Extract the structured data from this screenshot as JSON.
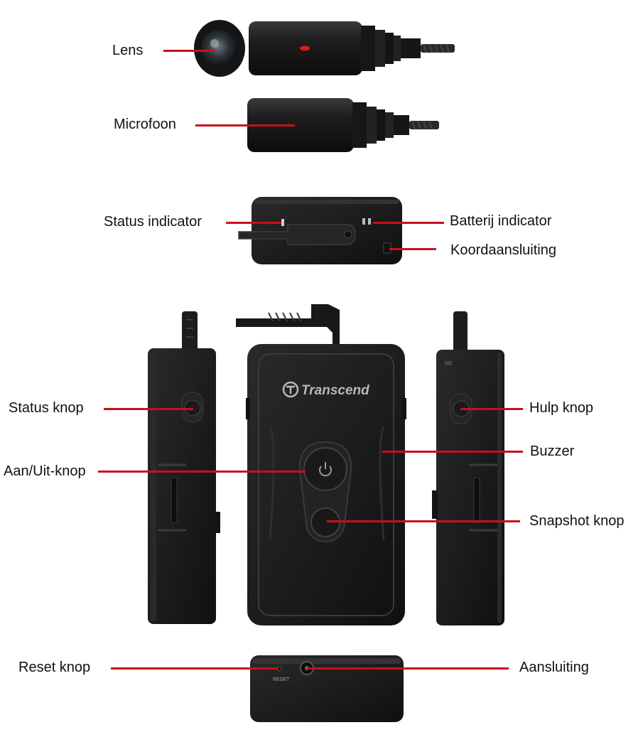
{
  "colors": {
    "leader_line": "#c8101a",
    "device_body": "#1c1c1c",
    "led": "#e01818"
  },
  "device": {
    "brand_text": "Transcend",
    "bottom_side_text": "RESET"
  },
  "labels": {
    "lens": "Lens",
    "microphone": "Microfoon",
    "status_indicator": "Status indicator",
    "battery_indicator": "Batterij indicator",
    "cord_connection": "Koordaansluiting",
    "status_button": "Status knop",
    "power_button": "Aan/Uit-knop",
    "help_button": "Hulp knop",
    "buzzer": "Buzzer",
    "snapshot_button": "Snapshot knop",
    "reset_button": "Reset knop",
    "connector": "Aansluiting"
  },
  "icons": {
    "power": "power-icon",
    "brand_logo": "transcend-logo-icon"
  }
}
